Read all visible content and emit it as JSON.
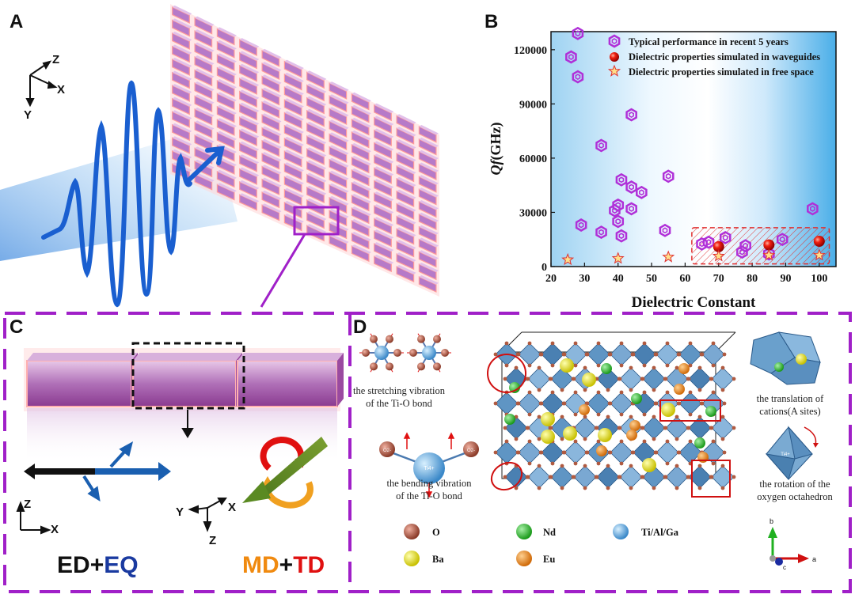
{
  "panels": {
    "a": "A",
    "b": "B",
    "c": "C",
    "d": "D"
  },
  "panel_a": {
    "axis_z": "Z",
    "axis_x": "X",
    "axis_y": "Y"
  },
  "panel_c": {
    "axis_z": "Z",
    "axis_x": "X",
    "axis2_y": "Y",
    "axis2_x": "X",
    "axis2_z": "Z",
    "label_ed": "ED",
    "label_plus1": "+",
    "label_eq": "EQ",
    "label_md": "MD",
    "label_plus2": "+",
    "label_td": "TD"
  },
  "panel_d": {
    "caption_stretch_1": "the stretching vibration",
    "caption_stretch_2": "of the Ti-O bond",
    "caption_bend_1": "the bending vibration",
    "caption_bend_2": "of the Ti-O bond",
    "caption_trans_1": "the translation of",
    "caption_trans_2": "cations(A sites)",
    "caption_rot_1": "the rotation of the",
    "caption_rot_2": "oxygen octahedron",
    "atom_o": "O",
    "atom_nd": "Nd",
    "atom_ti": "Ti/Al/Ga",
    "atom_ba": "Ba",
    "atom_eu": "Eu",
    "bond_o_left": "O2-",
    "bond_ti": "Ti4+",
    "bond_o_right": "O2-",
    "octa_ti": "Ti4+",
    "axis_b": "b",
    "axis_a": "a",
    "axis_c": "c"
  },
  "colors": {
    "purple": "#a020c8",
    "blue": "#1a5fd0",
    "red": "#e01010",
    "orange": "#f08a10",
    "green": "#2db52d"
  },
  "chart_data": {
    "type": "scatter",
    "xlabel": "Dielectric Constant",
    "ylabel_q": "Qf",
    "ylabel_unit": "(GHz)",
    "xlim": [
      20,
      105
    ],
    "ylim": [
      0,
      130000
    ],
    "xticks": [
      20,
      30,
      40,
      50,
      60,
      70,
      80,
      90,
      100
    ],
    "yticks": [
      0,
      30000,
      60000,
      90000,
      120000
    ],
    "legend_position": "top-right",
    "series": [
      {
        "name": "Typical performance in recent 5 years",
        "marker": "hexagon",
        "x": [
          28,
          26,
          28,
          44,
          35,
          41,
          55,
          44,
          47,
          40,
          39,
          44,
          40,
          41,
          29,
          35,
          54,
          65,
          67,
          72,
          77,
          78,
          85,
          89,
          98
        ],
        "y": [
          129000,
          116000,
          105000,
          84000,
          67000,
          48000,
          50000,
          44000,
          41000,
          34000,
          31000,
          32000,
          25000,
          17000,
          23000,
          19000,
          20000,
          12500,
          13500,
          16000,
          8000,
          11500,
          7000,
          15000,
          32000
        ]
      },
      {
        "name": "Dielectric properties simulated in waveguides",
        "marker": "red-sphere",
        "x": [
          70,
          85,
          100
        ],
        "y": [
          11000,
          12000,
          14000
        ]
      },
      {
        "name": "Dielectric properties simulated in free space",
        "marker": "star",
        "x": [
          25,
          40,
          55,
          70,
          85,
          100
        ],
        "y": [
          3800,
          4500,
          5300,
          5800,
          6300,
          6300
        ]
      }
    ]
  }
}
